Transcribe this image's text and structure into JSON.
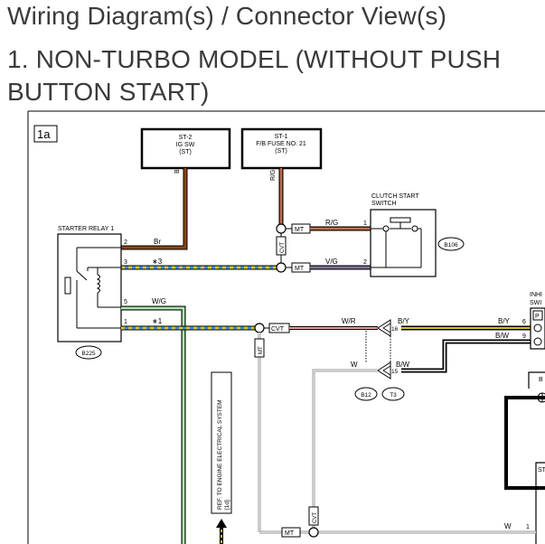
{
  "page": {
    "title": "Wiring Diagram(s) / Connector View(s)",
    "section": "1. NON-TURBO MODEL (WITHOUT PUSH BUTTON START)"
  },
  "diagram": {
    "tag": "1a",
    "st2": {
      "line1": "ST-2",
      "line2": "IG SW",
      "line3": "(ST)"
    },
    "st1": {
      "line1": "ST-1",
      "line2": "F/B FUSE NO. 21",
      "line3": "(ST)"
    },
    "wire_br_vertical": "Br",
    "wire_rg_vertical": "R/G",
    "starter_relay": "STARTER RELAY 1",
    "relay_pins": {
      "p2": "2",
      "p3": "3",
      "p5": "5",
      "p1": "1"
    },
    "relay_wires": {
      "w2": "Br",
      "w3": "∗3",
      "w5": "W/G",
      "w1": "∗1"
    },
    "b225": "B225",
    "clutch_switch": {
      "line1": "CLUTCH START",
      "line2": "SWITCH"
    },
    "clutch_pins": {
      "p1": "1",
      "p2": "2"
    },
    "clutch_wires": {
      "rg": "R/G",
      "vg": "V/G"
    },
    "b106": "B106",
    "mt": "MT",
    "cvt": "CVT",
    "wr": "W/R",
    "by_left": "B/Y",
    "by_right": "B/Y",
    "bw_mid": "B/W",
    "bw_lower": "B/W",
    "w_lower": "W",
    "pin16": "16",
    "pin15": "15",
    "pin6": "6",
    "pin9": "9",
    "p_label": "P",
    "b12": "B12",
    "t3": "T3",
    "inhibitor": {
      "line1": "INHI",
      "line2": "SWI"
    },
    "ref_text": {
      "line1": "REF. TO ENGINE ELECTRICAL SYSTEM",
      "line2": "[1d]"
    },
    "w_bottom": "W",
    "pin1_bottom": "1",
    "b_partial": "B",
    "st_partial": "ST"
  },
  "colors": {
    "brown": "#8b4513",
    "violet": "#7b3fa0",
    "yellow_green_dash": "#d4c62a",
    "blue_dash": "#3a8fd6",
    "green": "#6cc06c",
    "pink": "#e8a0a0",
    "gray": "#9a9a9a"
  }
}
